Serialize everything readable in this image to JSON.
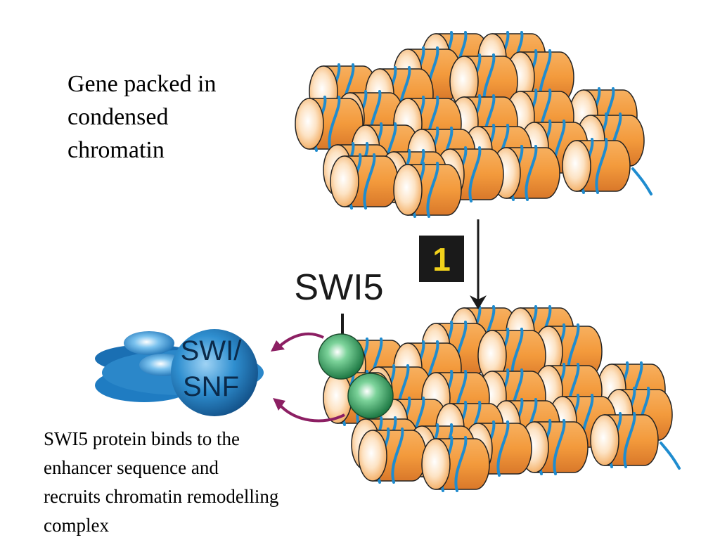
{
  "top_caption": {
    "lines": [
      "Gene packed in",
      "condensed",
      "chromatin"
    ]
  },
  "bottom_caption": {
    "lines": [
      "SWI5 protein binds to the",
      "enhancer sequence and",
      "recruits chromatin remodelling",
      "complex"
    ]
  },
  "step": {
    "number": "1"
  },
  "protein": {
    "label": "SWI5"
  },
  "complex": {
    "label_line1": "SWI/",
    "label_line2": "SNF"
  },
  "colors": {
    "nucleosome": "#f39a3c",
    "nucleosome_light": "#fde3c4",
    "dna": "#1f8ccf",
    "swi5": "#2e9e5b",
    "complex": "#1a6fb3",
    "arrow": "#8c1f63",
    "step_box": "#1a1a1a",
    "step_number": "#f2d21b"
  }
}
